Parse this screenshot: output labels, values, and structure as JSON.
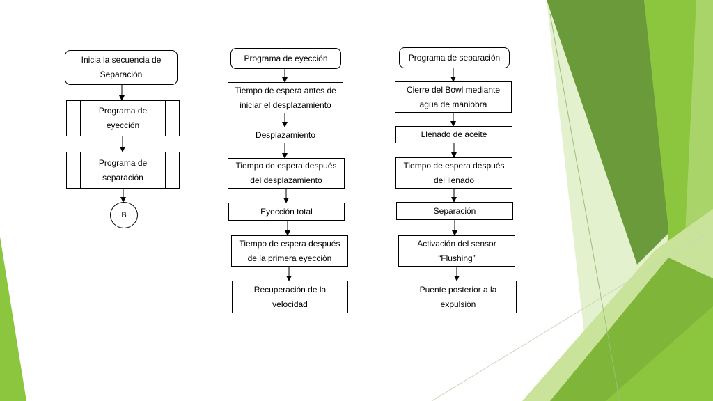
{
  "colors": {
    "green_dark": "#6a9a3a",
    "green_mid": "#8cc63f",
    "green_light": "#c9e39a",
    "green_pale": "#e4f1cf"
  },
  "diagram": {
    "column1": {
      "start": "Inicia la secuencia de\nSeparación",
      "sub1": "Programa de\neyección",
      "sub2": "Programa de\nseparación",
      "connector": "B"
    },
    "column2": {
      "title": "Programa de eyección",
      "steps": [
        "Tiempo de espera antes de\niniciar el desplazamiento",
        "Desplazamiento",
        "Tiempo de espera después\ndel desplazamiento",
        "Eyección total",
        "Tiempo de espera después\nde la primera eyección",
        "Recuperación de la\nvelocidad"
      ]
    },
    "column3": {
      "title": "Programa de separación",
      "steps": [
        "Cierre del Bowl mediante\nagua de maniobra",
        "Llenado de aceite",
        "Tiempo de espera después\ndel llenado",
        "Separación",
        "Activación del sensor\n“Flushing”",
        "Puente posterior a la\nexpulsión"
      ]
    }
  }
}
